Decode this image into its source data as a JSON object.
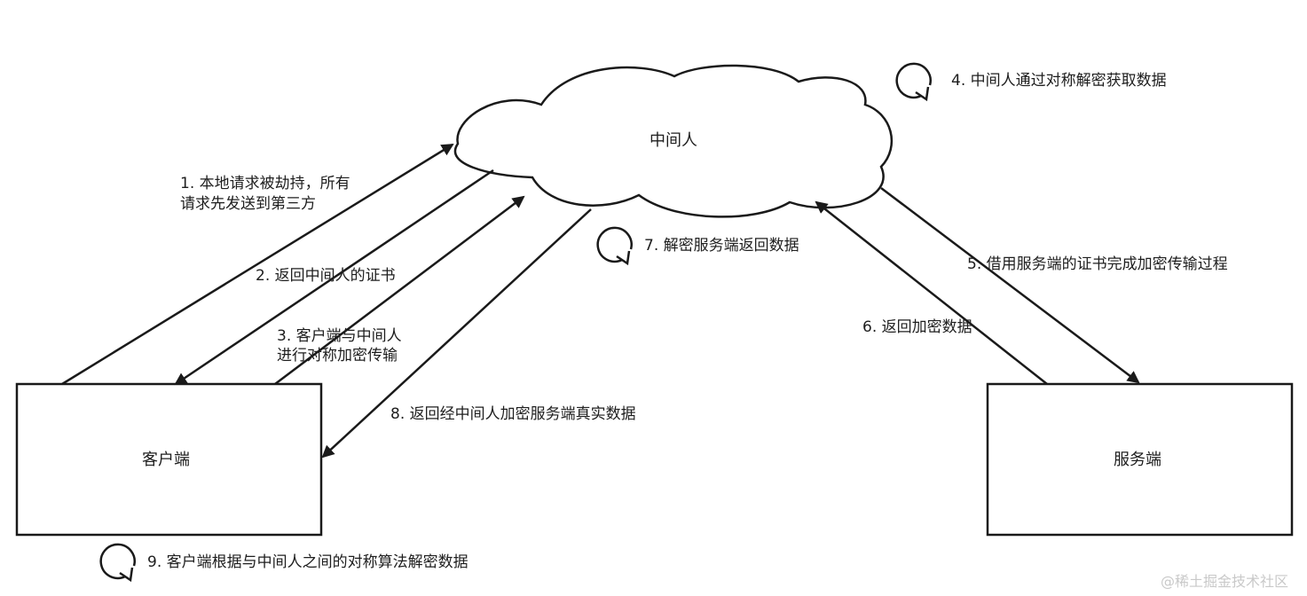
{
  "nodes": {
    "middleman": "中间人",
    "client": "客户端",
    "server": "服务端"
  },
  "steps": {
    "s1_line1": "1. 本地请求被劫持，所有",
    "s1_line2": "请求先发送到第三方",
    "s2": "2. 返回中间人的证书",
    "s3_line1": "3. 客户端与中间人",
    "s3_line2": "进行对称加密传输",
    "s4": "4. 中间人通过对称解密获取数据",
    "s5": "5. 借用服务端的证书完成加密传输过程",
    "s6": "6. 返回加密数据",
    "s7": "7. 解密服务端返回数据",
    "s8": "8. 返回经中间人加密服务端真实数据",
    "s9": "9. 客户端根据与中间人之间的对称算法解密数据"
  },
  "watermark": "@稀土掘金技术社区",
  "colors": {
    "stroke": "#1a1a1a",
    "text": "#1e1e1e",
    "watermark": "#c9c9c9"
  }
}
